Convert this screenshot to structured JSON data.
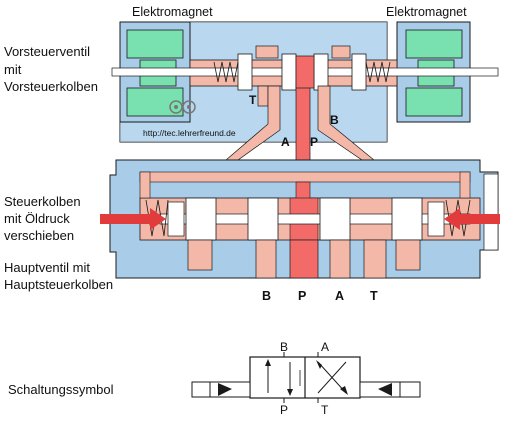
{
  "labels": {
    "electromagnet_left": "Elektromagnet",
    "electromagnet_right": "Elektromagnet",
    "pilot_valve_line1": "Vorsteuerventil",
    "pilot_valve_line2": "mit",
    "pilot_valve_line3": "Vorsteuerkolben",
    "control_piston_line1": "Steuerkolben",
    "control_piston_line2": "mit Öldruck",
    "control_piston_line3": "verschieben",
    "main_valve_line1": "Hauptventil mit",
    "main_valve_line2": "Hauptsteuerkolben",
    "switching_symbol": "Schaltungssymbol",
    "website": "http://tec.lehrerfreund.de"
  },
  "ports": {
    "pilot_t": "T",
    "pilot_a": "A",
    "pilot_p": "P",
    "pilot_b": "B",
    "main_b": "B",
    "main_p": "P",
    "main_a": "A",
    "main_t": "T"
  },
  "symbol_ports": {
    "top_b": "B",
    "top_a": "A",
    "bottom_p": "P",
    "bottom_t": "T"
  },
  "colors": {
    "housing": "#a9cce8",
    "housing_light": "#c9e1f3",
    "pressure": "#f26b68",
    "tank": "#f3b8a8",
    "outline": "#1a1a1a",
    "coil_green": "#79e0b0"
  }
}
